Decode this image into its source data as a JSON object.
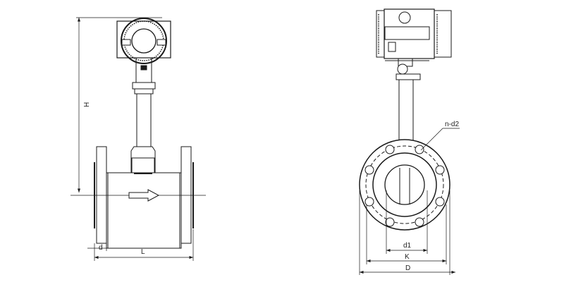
{
  "title": "Vortex flowmeter flanged dimension drawing",
  "side_view": {
    "height_label": "H",
    "flange_thickness_label": "d",
    "length_label": "L"
  },
  "front_view": {
    "bolt_holes_label": "n-d2",
    "bore_label": "d1",
    "bolt_circle_label": "K",
    "flange_diameter_label": "D"
  },
  "colors": {
    "line": "#1a1a1a",
    "background": "#ffffff"
  }
}
